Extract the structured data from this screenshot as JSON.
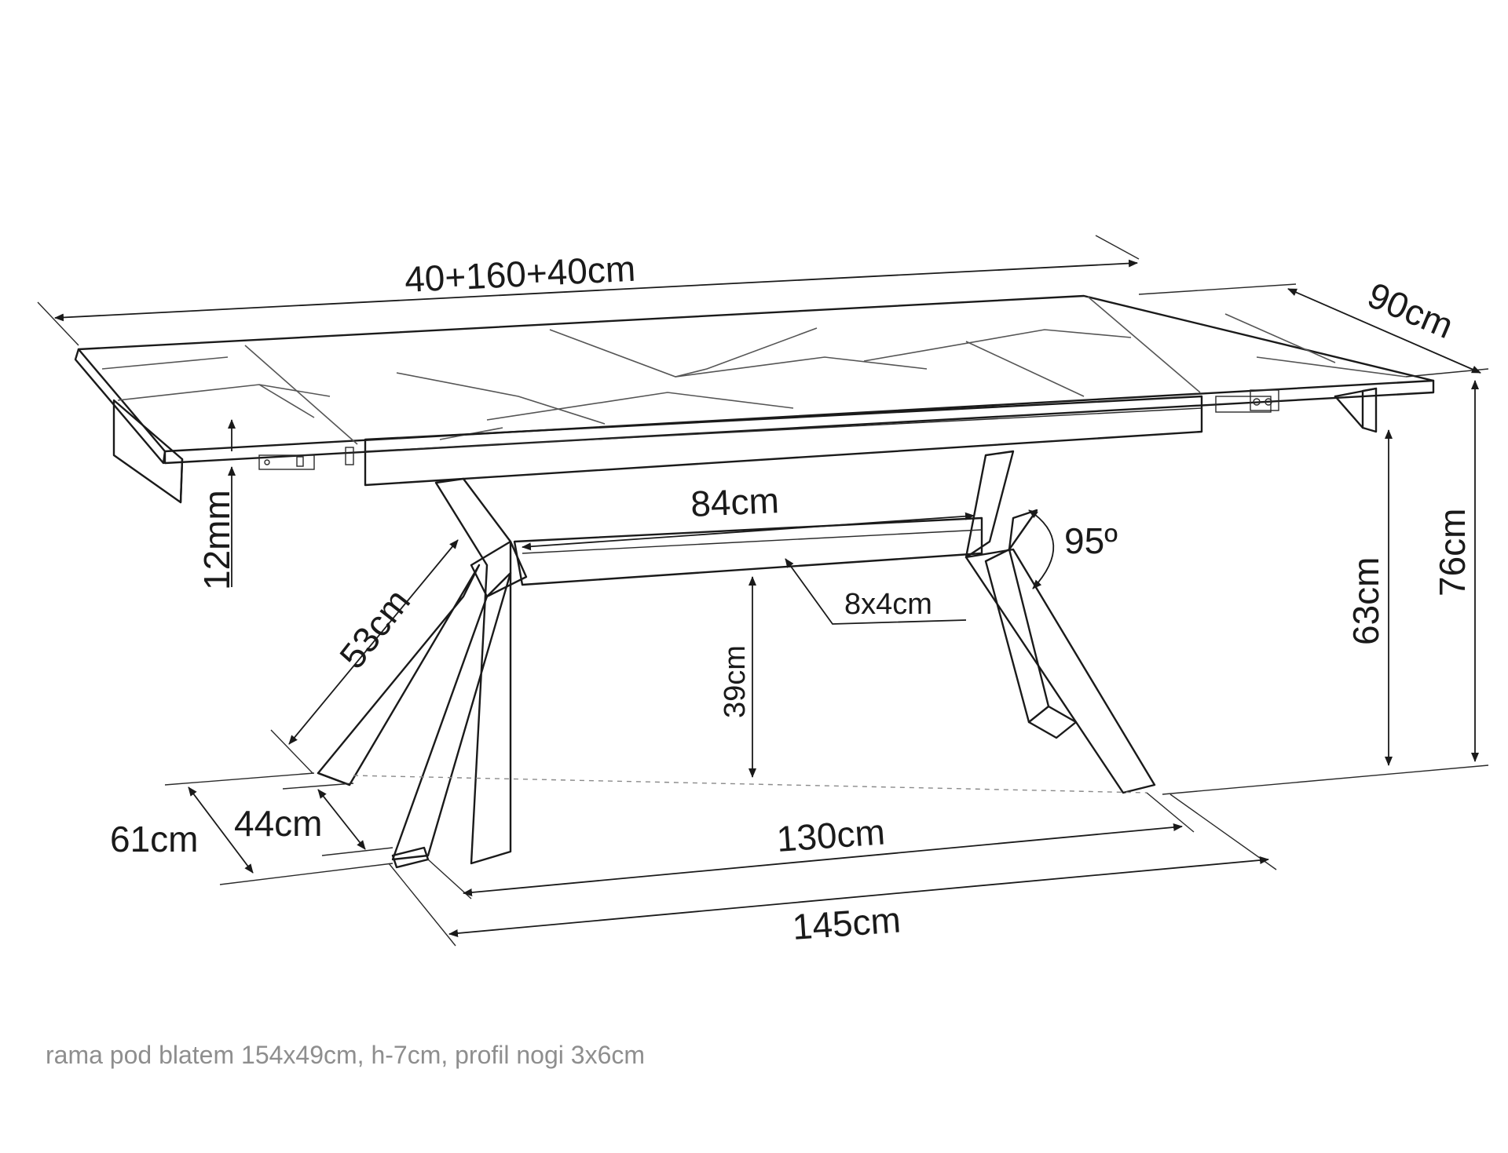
{
  "dimensions": {
    "total_length": "40+160+40cm",
    "depth": "90cm",
    "top_thickness": "12mm",
    "stretcher_length": "84cm",
    "leg_angle": "95º",
    "stretcher_profile": "8x4cm",
    "stretcher_height": "39cm",
    "clearance_height": "63cm",
    "total_height": "76cm",
    "leg_length": "53cm",
    "leg_spread_depth": "61cm",
    "leg_inner_depth": "44cm",
    "leg_inner_span": "130cm",
    "leg_outer_span": "145cm"
  },
  "caption": "rama pod blatem 154x49cm, h-7cm, profil nogi 3x6cm"
}
